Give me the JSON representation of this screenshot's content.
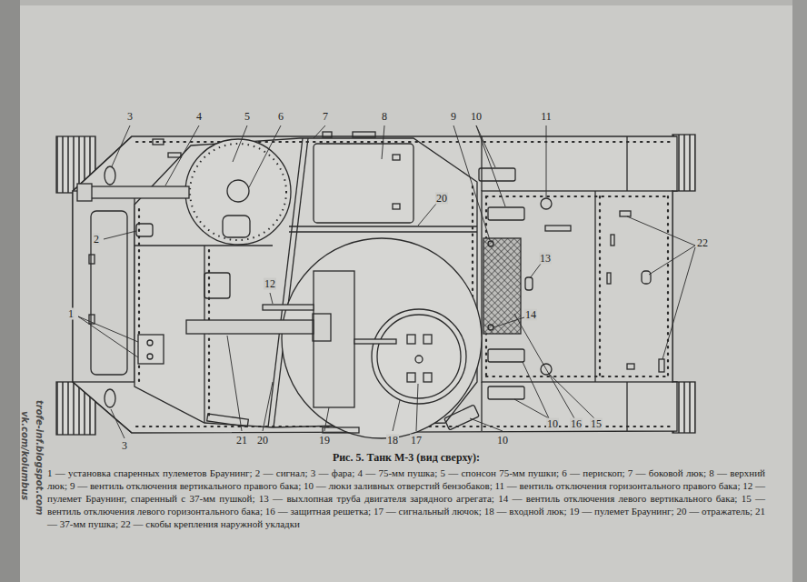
{
  "diagram": {
    "caption": "Рис. 5. Танк М-3 (вид сверху):",
    "labels": [
      "3",
      "4",
      "5",
      "6",
      "7",
      "8",
      "9",
      "10",
      "11",
      "2",
      "20",
      "12",
      "13",
      "22",
      "1",
      "14",
      "10",
      "16",
      "15",
      "3",
      "21",
      "20",
      "19",
      "18",
      "17",
      "10",
      "1 — установка спаренных пулеметов Браунинг; 2 — сигнал; 3 — фара; 4 — 75-мм пушка; 5 — спонсон 75-мм пушки; 6 — перископ; 7 — боковой люк; 8 — верхний люк; 9 — вентиль отключения вертикального правого бака; 10 — люки заливных отверстий бензобаков; 11 — вентиль отключения горизонтального правого бака; 12 — пулемет Браунинг, спаренный с 37-мм пушкой; 13 — выхлопная труба двигателя зарядного агрегата; 14 — вентиль отключения левого вертикального бака; 15 — вентиль отключения левого горизонтального бака; 16 — защитная решетка; 17 — сигнальный лючок; 18 — входной люк; 19 — пулемет Браунинг; 20 — отражатель; 21 — 37-мм пушка; 22 — скобы крепления наружной укладки",
      "trofe-inf.blogspot.com",
      "vk.com/kolumbus"
    ]
  }
}
